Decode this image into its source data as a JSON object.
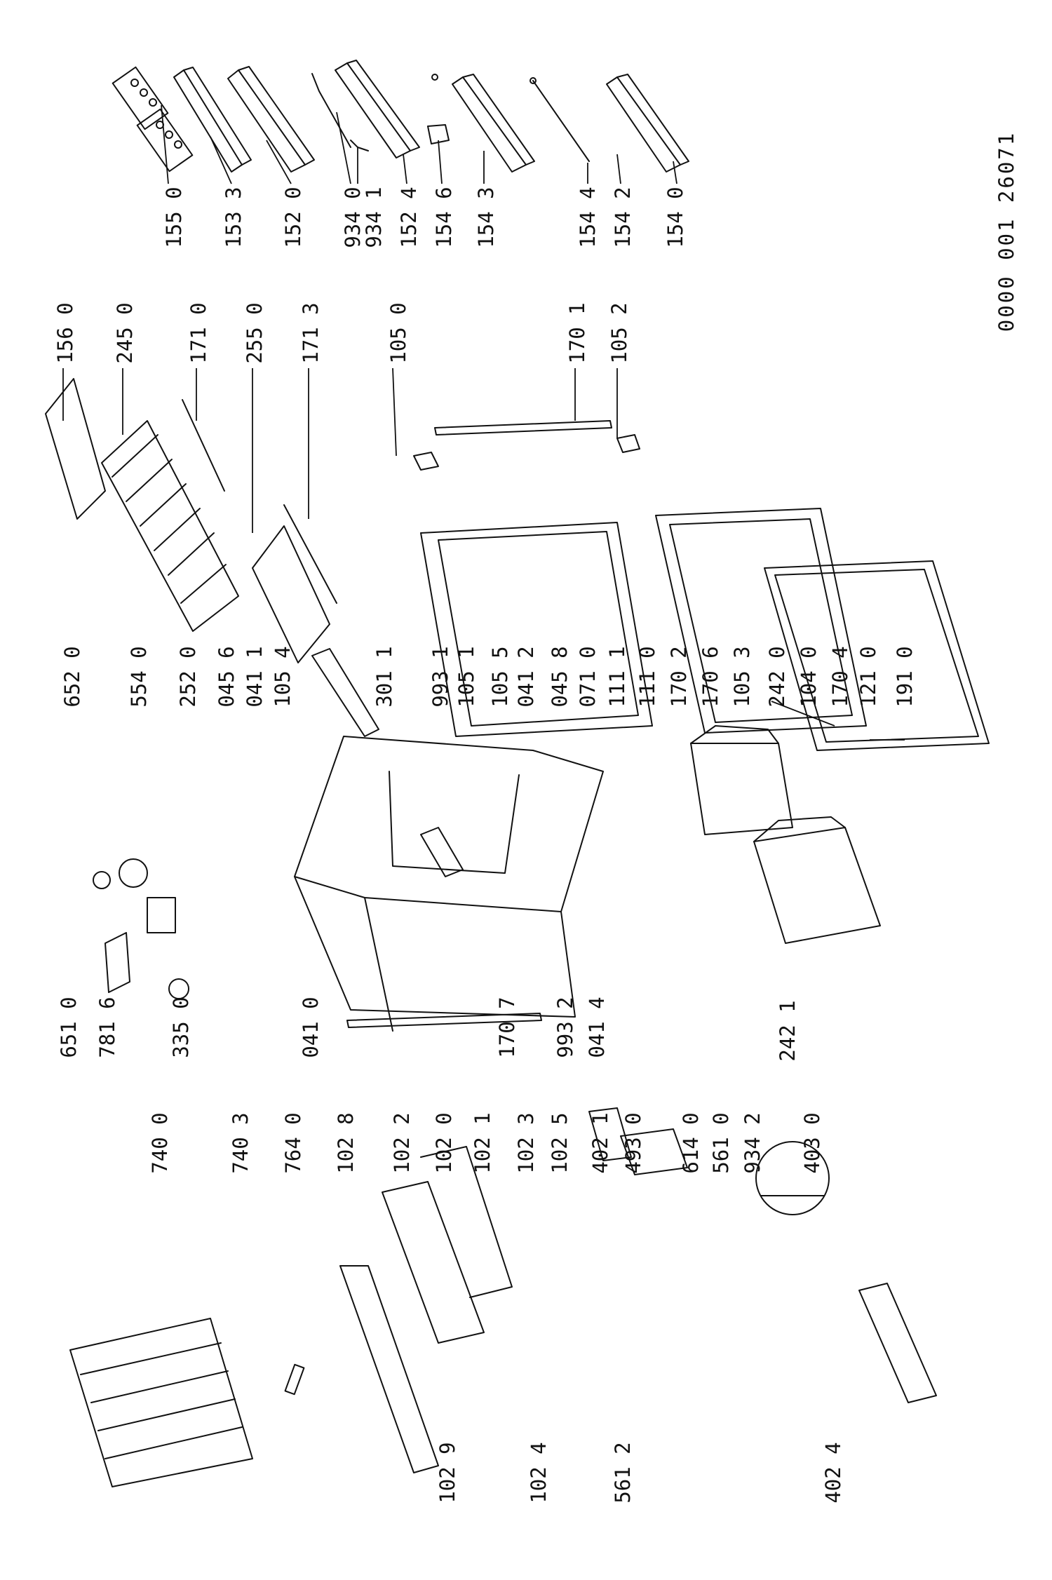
{
  "document_id": "0000 001 26071",
  "parts": [
    {
      "code": "155 0"
    },
    {
      "code": "153 3"
    },
    {
      "code": "152 0"
    },
    {
      "code": "934 0"
    },
    {
      "code": "934 1"
    },
    {
      "code": "152 4"
    },
    {
      "code": "154 6"
    },
    {
      "code": "154 3"
    },
    {
      "code": "154 4"
    },
    {
      "code": "154 2"
    },
    {
      "code": "154 0"
    },
    {
      "code": "156 0"
    },
    {
      "code": "245 0"
    },
    {
      "code": "171 0"
    },
    {
      "code": "255 0"
    },
    {
      "code": "171 3"
    },
    {
      "code": "105 0"
    },
    {
      "code": "170 1"
    },
    {
      "code": "105 2"
    },
    {
      "code": "652 0"
    },
    {
      "code": "554 0"
    },
    {
      "code": "252 0"
    },
    {
      "code": "045 6"
    },
    {
      "code": "041 1"
    },
    {
      "code": "105 4"
    },
    {
      "code": "301 1"
    },
    {
      "code": "993 1"
    },
    {
      "code": "105 1"
    },
    {
      "code": "105 5"
    },
    {
      "code": "041 2"
    },
    {
      "code": "045 8"
    },
    {
      "code": "071 0"
    },
    {
      "code": "111 1"
    },
    {
      "code": "111 0"
    },
    {
      "code": "170 2"
    },
    {
      "code": "170 6"
    },
    {
      "code": "105 3"
    },
    {
      "code": "242 0"
    },
    {
      "code": "104 0"
    },
    {
      "code": "170 4"
    },
    {
      "code": "121 0"
    },
    {
      "code": "191 0"
    },
    {
      "code": "651 0"
    },
    {
      "code": "781 6"
    },
    {
      "code": "335 0"
    },
    {
      "code": "041 0"
    },
    {
      "code": "170 7"
    },
    {
      "code": "993 2"
    },
    {
      "code": "041 4"
    },
    {
      "code": "242 1"
    },
    {
      "code": "740 0"
    },
    {
      "code": "740 3"
    },
    {
      "code": "764 0"
    },
    {
      "code": "102 8"
    },
    {
      "code": "102 2"
    },
    {
      "code": "102 0"
    },
    {
      "code": "102 1"
    },
    {
      "code": "102 3"
    },
    {
      "code": "102 5"
    },
    {
      "code": "402 1"
    },
    {
      "code": "493 0"
    },
    {
      "code": "614 0"
    },
    {
      "code": "561 0"
    },
    {
      "code": "934 2"
    },
    {
      "code": "403 0"
    },
    {
      "code": "102 9"
    },
    {
      "code": "102 4"
    },
    {
      "code": "561 2"
    },
    {
      "code": "402 4"
    }
  ]
}
